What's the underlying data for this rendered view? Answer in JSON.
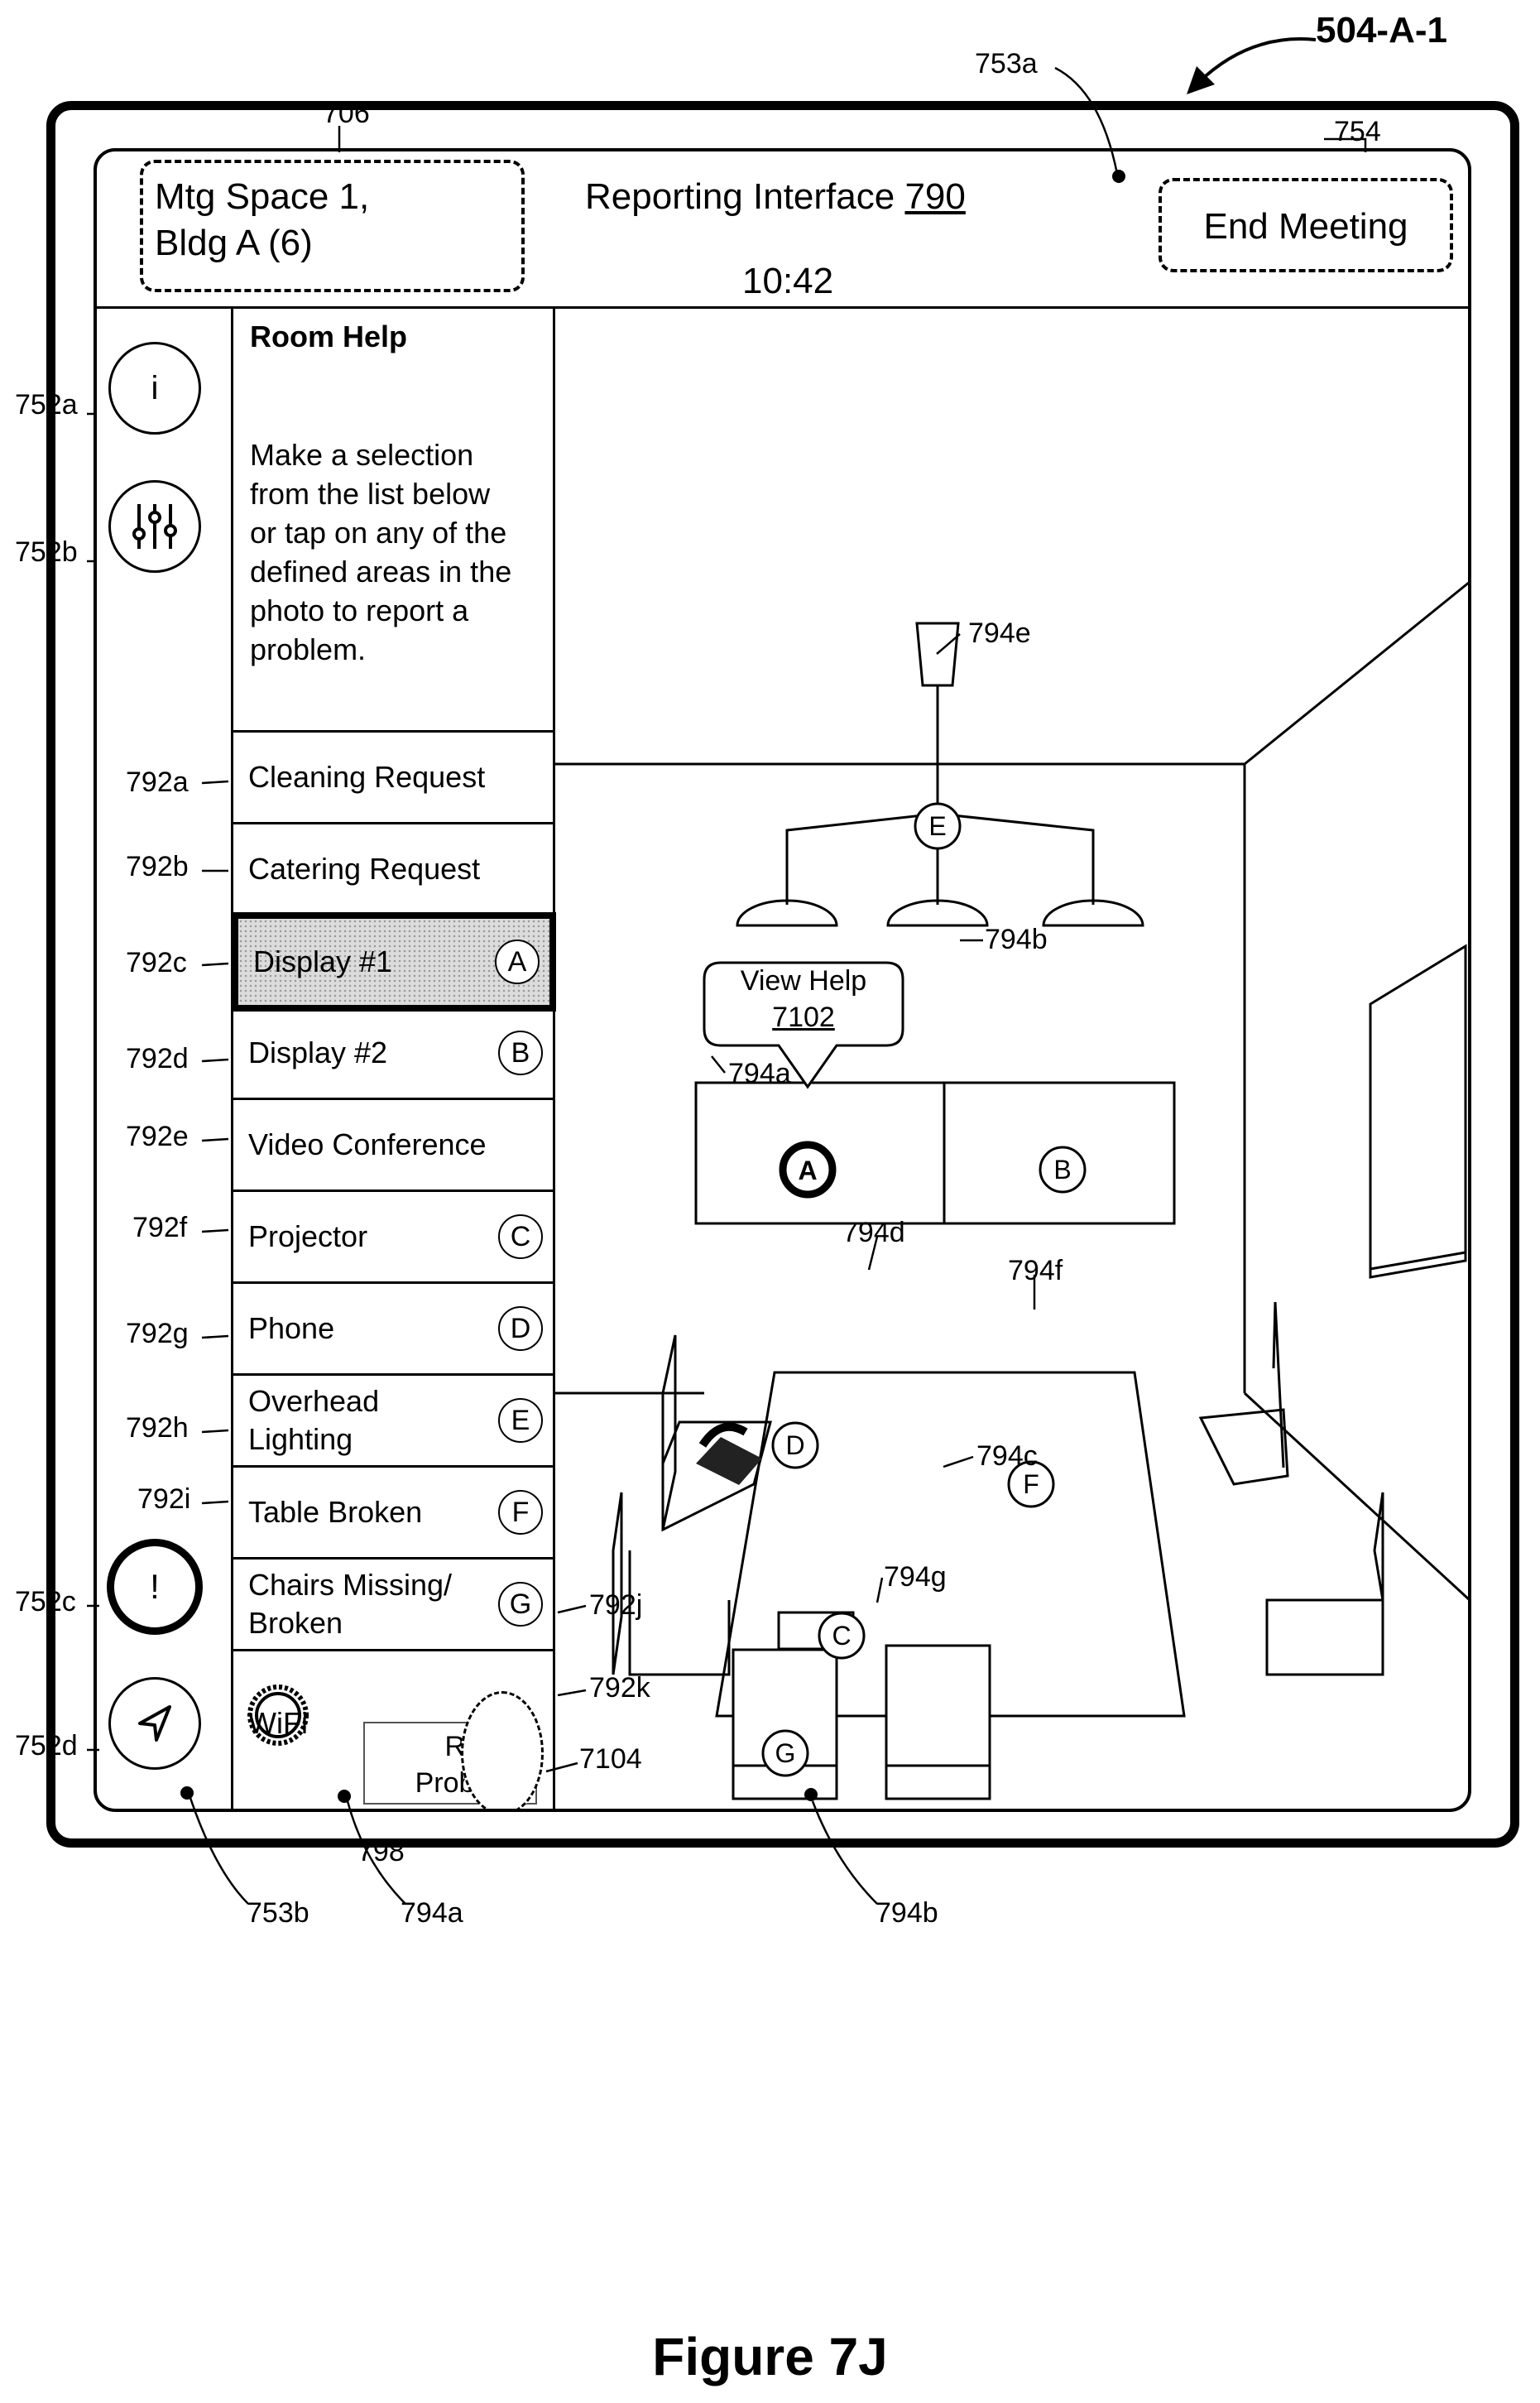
{
  "figure": {
    "device_ref": "504-A-1",
    "caption": "Figure 7J"
  },
  "header": {
    "location_line1": "Mtg Space 1,",
    "location_line2": "Bldg A (6)",
    "title_prefix": "Reporting Interface ",
    "title_number": "790",
    "clock": "10:42",
    "end_meeting_label": "End Meeting"
  },
  "side_rail": {
    "icons": [
      "info-icon",
      "sliders-icon",
      "alert-icon",
      "navigation-icon"
    ]
  },
  "help_panel": {
    "title": "Room Help",
    "body_lines": [
      "Make a selection",
      "from the list below",
      "or tap on any of the",
      "defined areas in the",
      "photo to report a",
      "problem."
    ]
  },
  "report_list": [
    {
      "label": "Cleaning Request",
      "letter": "",
      "ref": "792a"
    },
    {
      "label": "Catering Request",
      "letter": "",
      "ref": "792b"
    },
    {
      "label": "Display #1",
      "letter": "A",
      "ref": "792c",
      "selected": true
    },
    {
      "label": "Display #2",
      "letter": "B",
      "ref": "792d"
    },
    {
      "label": "Video Conference",
      "letter": "",
      "ref": "792e"
    },
    {
      "label": "Projector",
      "letter": "C",
      "ref": "792f"
    },
    {
      "label": "Phone",
      "letter": "D",
      "ref": "792g"
    },
    {
      "label": "Overhead Lighting",
      "line1": "Overhead",
      "line2": "Lighting",
      "letter": "E",
      "ref": "792h"
    },
    {
      "label": "Table Broken",
      "letter": "F",
      "ref": "792i"
    },
    {
      "label": "Chairs Missing/ Broken",
      "line1": "Chairs Missing/",
      "line2": "Broken",
      "letter": "G",
      "ref": "792j"
    },
    {
      "label": "WiFi",
      "letter": "",
      "ref": "792k"
    }
  ],
  "report_button": {
    "line1": "Re",
    "line2": "Probl"
  },
  "photo": {
    "view_help_label": "View Help",
    "view_help_number": "7102",
    "areas": [
      {
        "letter": "A",
        "ref": "794a"
      },
      {
        "letter": "B",
        "ref": "794b"
      },
      {
        "letter": "C",
        "ref": "794c"
      },
      {
        "letter": "D",
        "ref": "794d"
      },
      {
        "letter": "E",
        "ref": "794e"
      },
      {
        "letter": "F",
        "ref": "794f"
      },
      {
        "letter": "G",
        "ref": "794g"
      }
    ]
  },
  "callouts": {
    "r706": "706",
    "r753a": "753a",
    "r754": "754",
    "r752a": "752a",
    "r752b": "752b",
    "r752c": "752c",
    "r752d": "752d",
    "r7104": "7104",
    "r798": "798",
    "r753b": "753b",
    "r794a_bottom": "794a",
    "r794b_bottom": "794b"
  }
}
